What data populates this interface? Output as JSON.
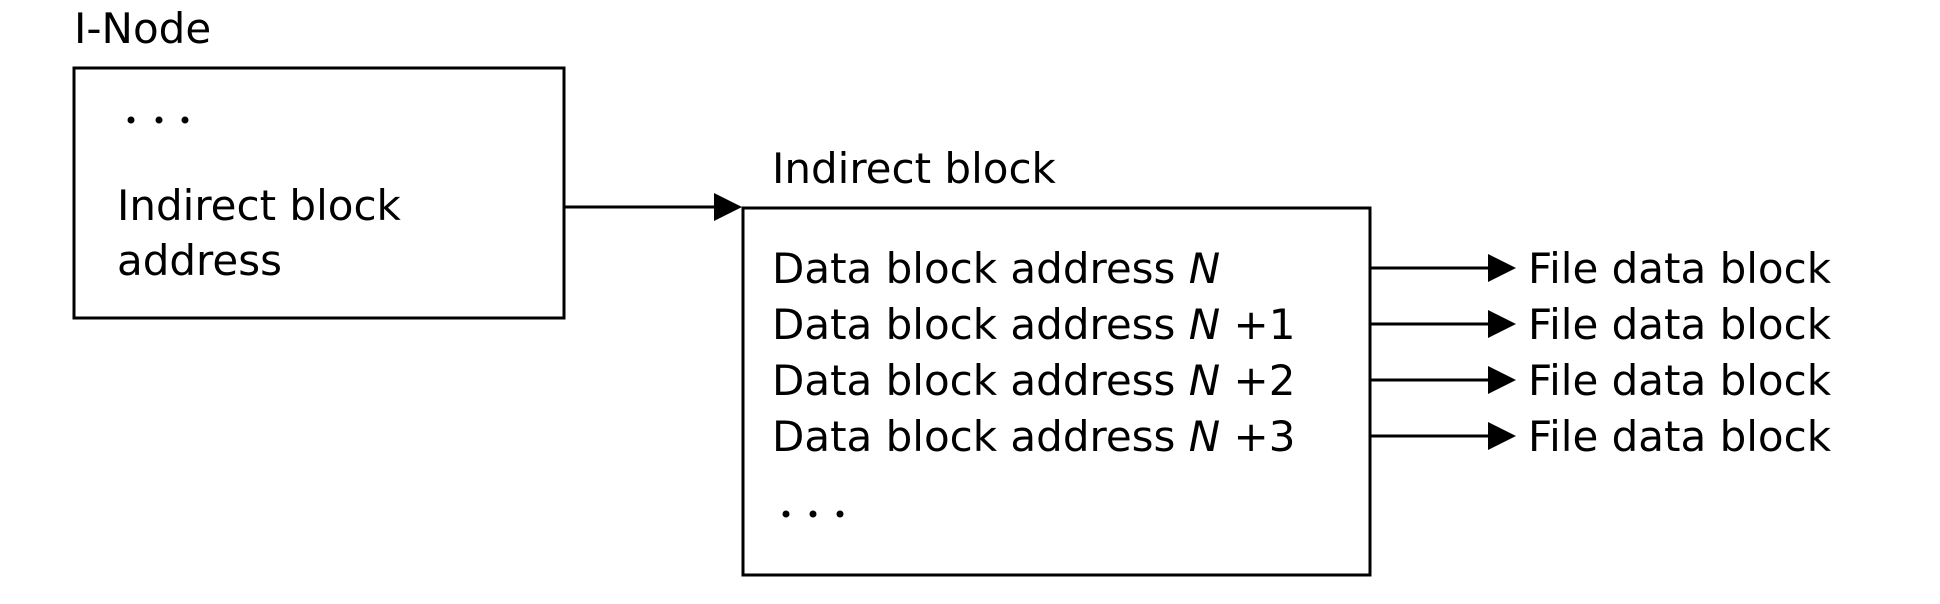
{
  "inode": {
    "title": "I-Node",
    "ellipsis": "...",
    "field_line1": "Indirect block",
    "field_line2": "address"
  },
  "indirect_block": {
    "title": "Indirect block",
    "ellipsis": "...",
    "entries": [
      {
        "label": "Data block address ",
        "var": "N",
        "suffix": ""
      },
      {
        "label": "Data block address ",
        "var": "N",
        "suffix": " +1"
      },
      {
        "label": "Data block address ",
        "var": "N",
        "suffix": " +2"
      },
      {
        "label": "Data block address ",
        "var": "N",
        "suffix": " +3"
      }
    ]
  },
  "targets": [
    "File data block",
    "File data block",
    "File data block",
    "File data block"
  ]
}
